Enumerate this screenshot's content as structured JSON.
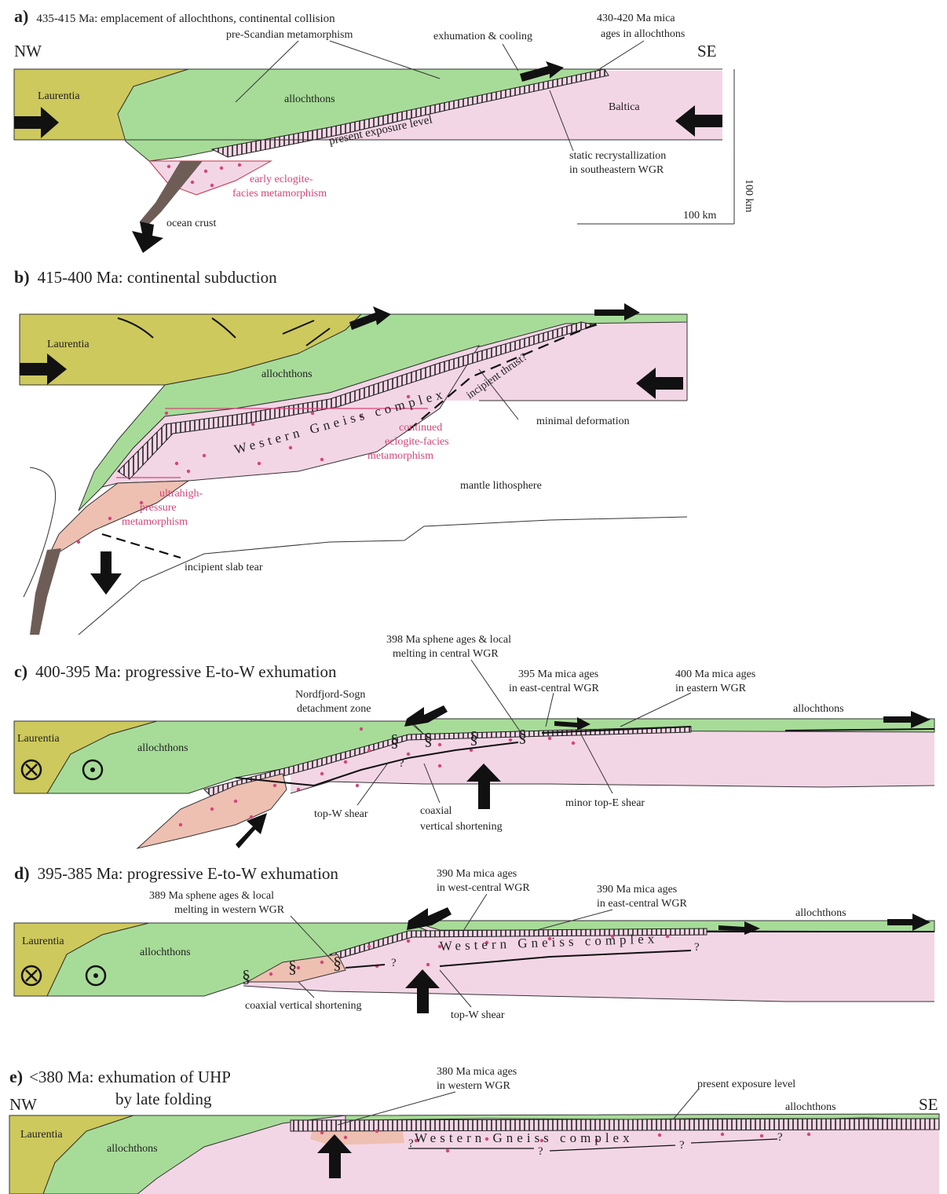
{
  "colors": {
    "laurentia": "#cdc95c",
    "allochthons": "#a7dc98",
    "baltica": "#f3d6e6",
    "uhp": "#eec0b2",
    "red_text": "#d6457a",
    "ocean_crust": "#6e5d57",
    "arrow": "#111111"
  },
  "panel_a": {
    "letter": "a)",
    "title": "435-415 Ma: emplacement of allochthons, continental collision",
    "nw": "NW",
    "se": "SE",
    "laurentia": "Laurentia",
    "allochthons": "allochthons",
    "baltica": "Baltica",
    "pre_scandian": "pre-Scandian metamorphism",
    "exhumation_cooling": "exhumation & cooling",
    "mica_ages_l1": "430-420 Ma mica",
    "mica_ages_l2": "ages in allochthons",
    "present_exposure": "present exposure level",
    "static_l1": "static recrystallization",
    "static_l2": "in southeastern WGR",
    "eclogite_l1": "early eclogite-",
    "eclogite_l2": "facies metamorphism",
    "ocean_crust": "ocean crust",
    "scale_h": "100 km",
    "scale_v": "100 km"
  },
  "panel_b": {
    "letter": "b)",
    "title": "415-400 Ma: continental subduction",
    "laurentia": "Laurentia",
    "allochthons": "allochthons",
    "wgc": "Western Gneiss complex",
    "incipient_thrust": "incipient thrust?",
    "minimal_deformation": "minimal deformation",
    "continued_l1": "continued",
    "continued_l2": "eclogite-facies",
    "continued_l3": "metamorphism",
    "mantle": "mantle lithosphere",
    "uhp_l1": "ultrahigh-",
    "uhp_l2": "pressure",
    "uhp_l3": "metamorphism",
    "slab_tear": "incipient slab tear"
  },
  "panel_c": {
    "letter": "c)",
    "title": "400-395 Ma: progressive E-to-W exhumation",
    "sphene_l1": "398 Ma sphene ages & local",
    "sphene_l2": "melting in central WGR",
    "mica395_l1": "395 Ma mica ages",
    "mica395_l2": "in east-central WGR",
    "mica400_l1": "400 Ma mica ages",
    "mica400_l2": "in eastern WGR",
    "nordfjord_l1": "Nordfjord-Sogn",
    "nordfjord_l2": "detachment zone",
    "laurentia": "Laurentia",
    "allochthons": "allochthons",
    "allochthons_right": "allochthons",
    "top_w_shear": "top-W shear",
    "coaxial_l1": "coaxial",
    "coaxial_l2": "vertical shortening",
    "minor_top_e": "minor top-E shear",
    "q": "?"
  },
  "panel_d": {
    "letter": "d)",
    "title": "395-385 Ma: progressive E-to-W exhumation",
    "sphene_l1": "389 Ma sphene ages & local",
    "sphene_l2": "melting in western WGR",
    "mica390w_l1": "390 Ma mica ages",
    "mica390w_l2": "in west-central WGR",
    "mica390e_l1": "390 Ma mica ages",
    "mica390e_l2": "in east-central WGR",
    "laurentia": "Laurentia",
    "allochthons": "allochthons",
    "allochthons_right": "allochthons",
    "wgc": "Western Gneiss complex",
    "coaxial": "coaxial vertical shortening",
    "top_w_shear": "top-W shear",
    "q": "?"
  },
  "panel_e": {
    "letter": "e)",
    "title_l1": "<380 Ma: exhumation of UHP",
    "title_l2": "by late folding",
    "nw": "NW",
    "se": "SE",
    "mica380_l1": "380 Ma mica ages",
    "mica380_l2": "in western WGR",
    "present_exposure": "present exposure level",
    "laurentia": "Laurentia",
    "allochthons": "allochthons",
    "allochthons_right": "allochthons",
    "wgc": "Western Gneiss complex",
    "q": "?"
  }
}
